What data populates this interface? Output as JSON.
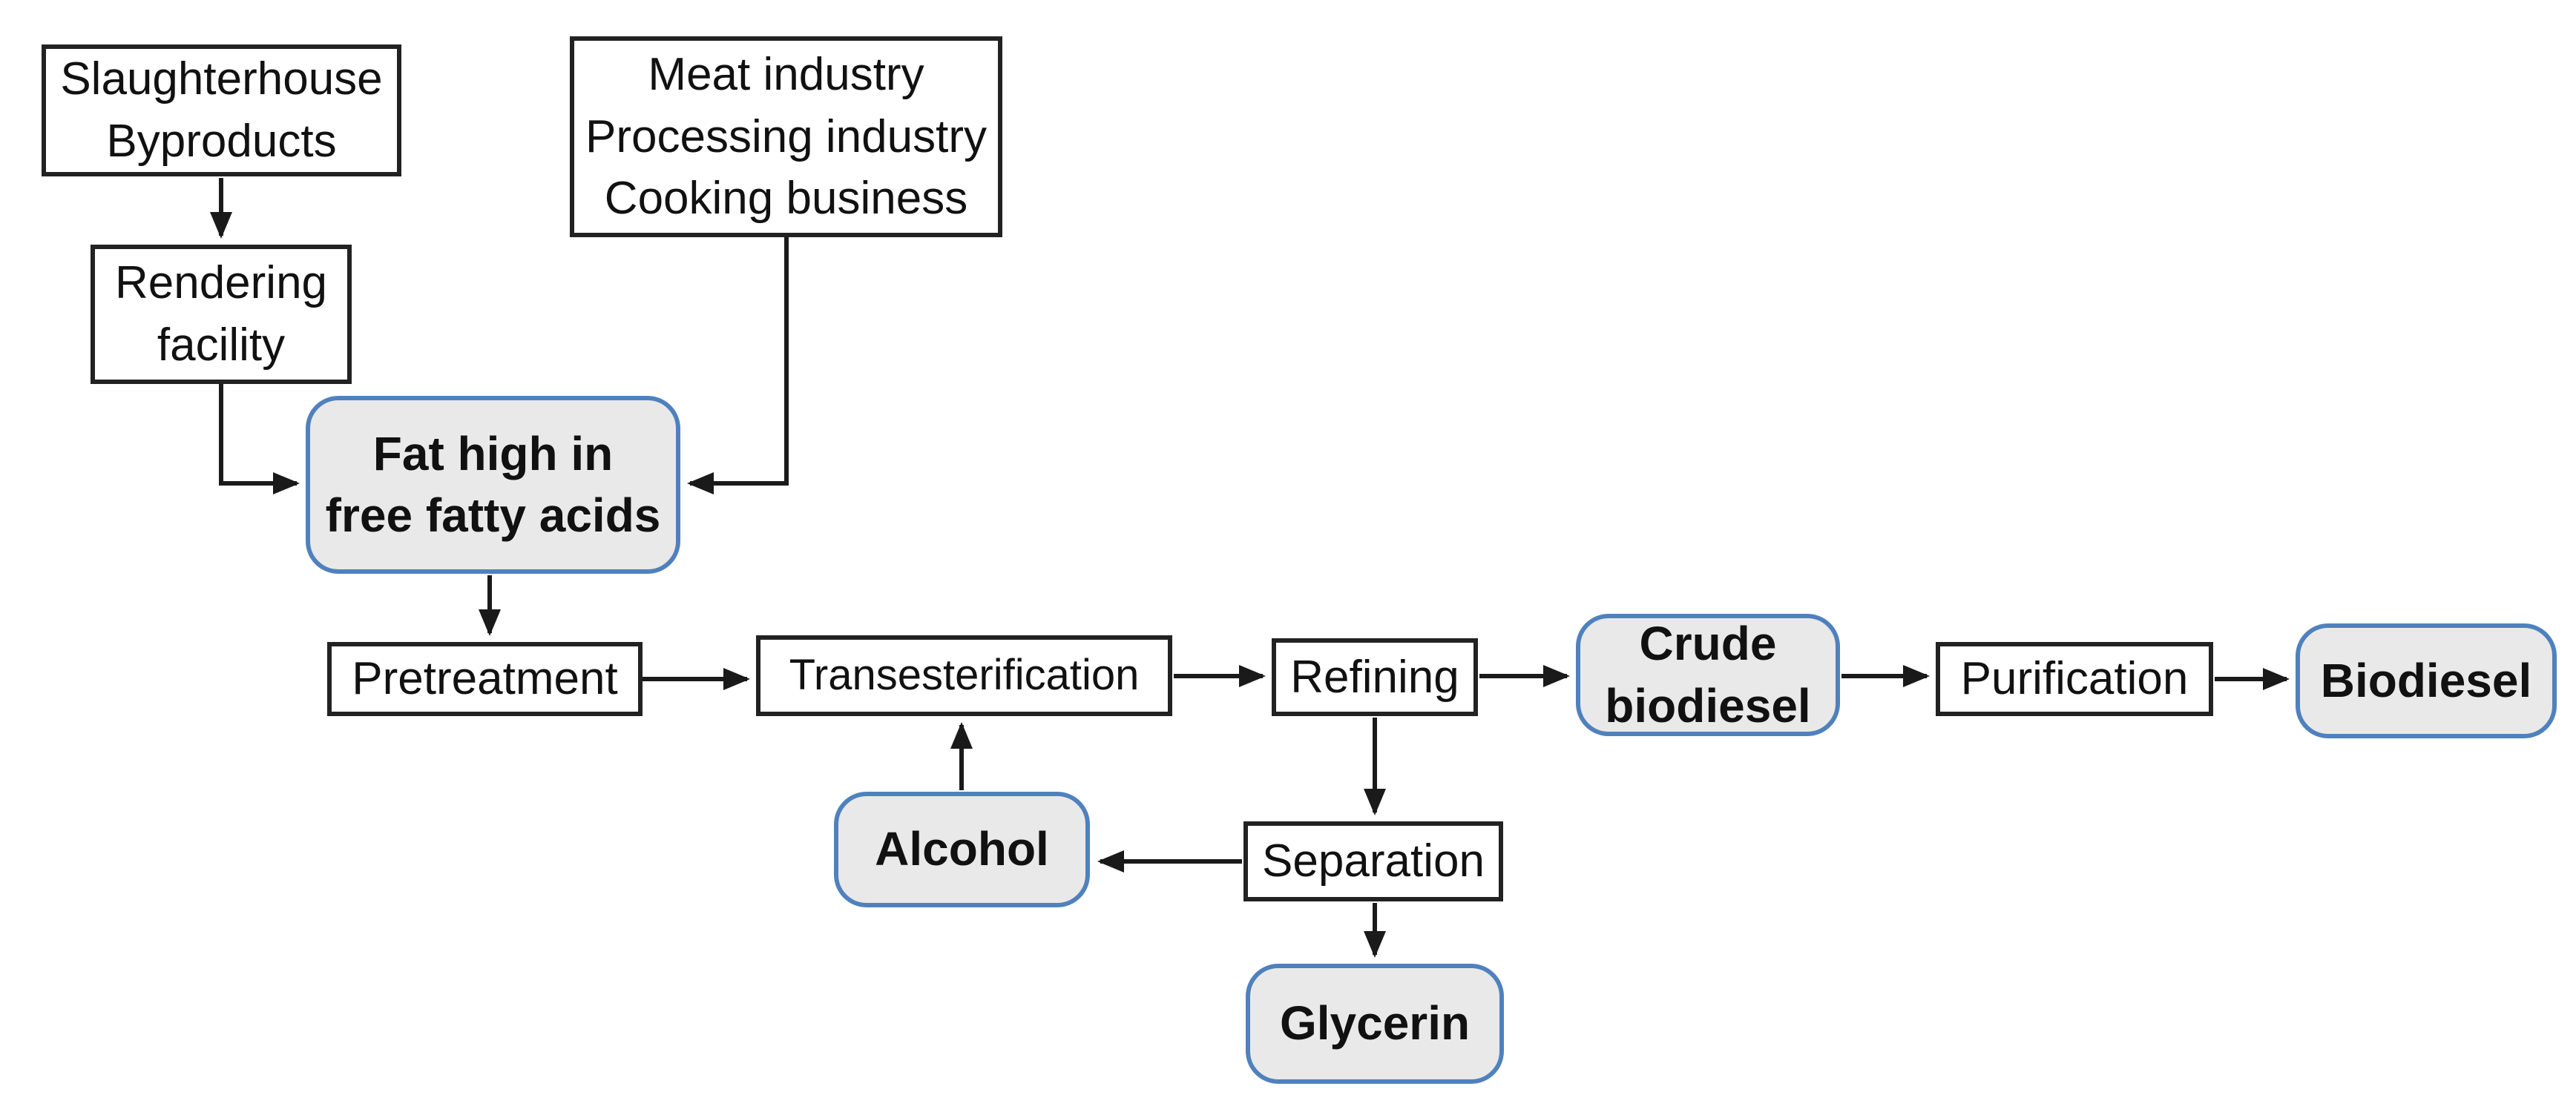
{
  "diagram": {
    "description": "Biodiesel production process flowchart",
    "colors": {
      "background": "#ffffff",
      "process_box_fill": "#ffffff",
      "process_box_border": "#222222",
      "material_box_fill": "#e9e9e9",
      "material_box_border": "#4f81bd",
      "arrow": "#1a1a1a",
      "text": "#111111"
    },
    "nodes": {
      "slaughterhouse": {
        "label": "Slaughterhouse\nByproducts",
        "style": "process"
      },
      "meat": {
        "label": "Meat industry\nProcessing industry\nCooking business",
        "style": "process"
      },
      "rendering": {
        "label": "Rendering\nfacility",
        "style": "process"
      },
      "fat_high": {
        "label": "Fat high in\nfree fatty acids",
        "style": "material"
      },
      "pretreatment": {
        "label": "Pretreatment",
        "style": "process"
      },
      "transesterification": {
        "label": "Transesterification",
        "style": "process"
      },
      "refining": {
        "label": "Refining",
        "style": "process"
      },
      "crude_biodiesel": {
        "label": "Crude\nbiodiesel",
        "style": "material"
      },
      "purification": {
        "label": "Purification",
        "style": "process"
      },
      "biodiesel": {
        "label": "Biodiesel",
        "style": "material"
      },
      "alcohol": {
        "label": "Alcohol",
        "style": "material"
      },
      "separation": {
        "label": "Separation",
        "style": "process"
      },
      "glycerin": {
        "label": "Glycerin",
        "style": "material"
      }
    },
    "edges": [
      {
        "from": "slaughterhouse",
        "to": "rendering"
      },
      {
        "from": "rendering",
        "to": "fat_high"
      },
      {
        "from": "meat",
        "to": "fat_high"
      },
      {
        "from": "fat_high",
        "to": "pretreatment"
      },
      {
        "from": "pretreatment",
        "to": "transesterification"
      },
      {
        "from": "transesterification",
        "to": "refining"
      },
      {
        "from": "refining",
        "to": "crude_biodiesel"
      },
      {
        "from": "crude_biodiesel",
        "to": "purification"
      },
      {
        "from": "purification",
        "to": "biodiesel"
      },
      {
        "from": "alcohol",
        "to": "transesterification"
      },
      {
        "from": "refining",
        "to": "separation"
      },
      {
        "from": "separation",
        "to": "alcohol"
      },
      {
        "from": "separation",
        "to": "glycerin"
      }
    ]
  }
}
